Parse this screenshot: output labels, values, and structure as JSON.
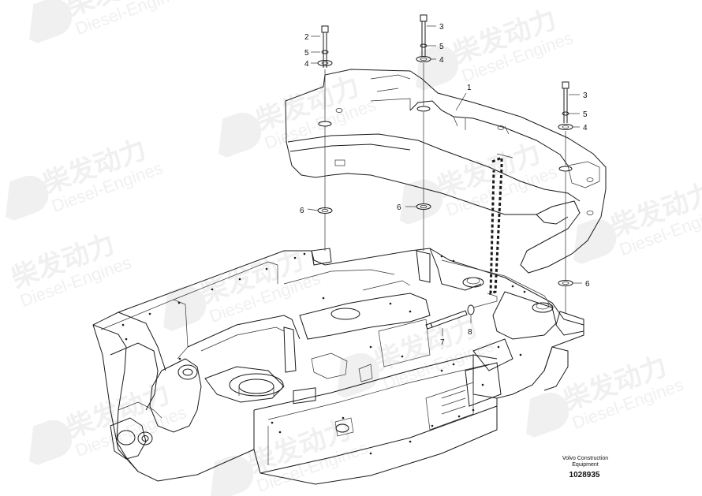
{
  "watermark": {
    "chinese": "柴发动力",
    "english": "Diesel-Engines"
  },
  "callouts": {
    "c1": "1",
    "c2": "2",
    "c3a": "3",
    "c3b": "3",
    "c4a": "4",
    "c4b": "4",
    "c4c": "4",
    "c5a": "5",
    "c5b": "5",
    "c5c": "5",
    "c6a": "6",
    "c6b": "6",
    "c6c": "6",
    "c7": "7",
    "c8": "8"
  },
  "reference": {
    "line1": "Volvo Construction",
    "line2": "Equipment",
    "number": "1028935"
  }
}
